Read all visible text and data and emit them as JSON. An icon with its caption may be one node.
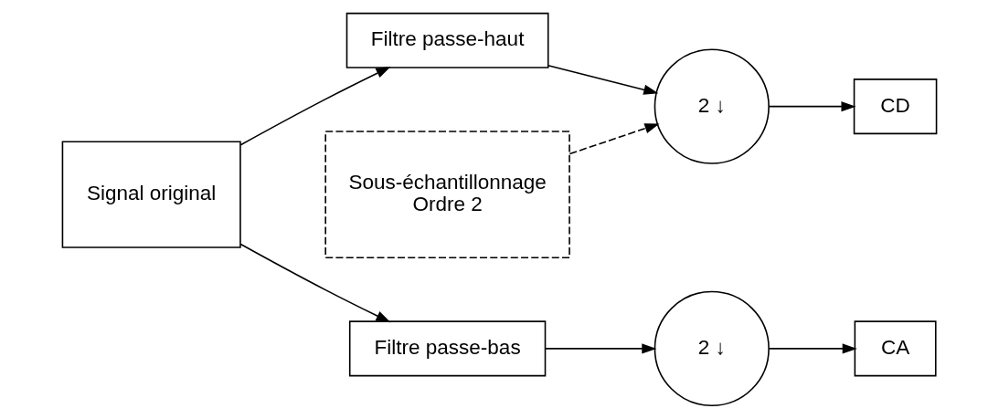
{
  "diagram": {
    "nodes": [
      {
        "text": [
          "Signal original"
        ]
      },
      {
        "text": [
          "Filtre passe-haut"
        ]
      },
      {
        "text": [
          "Filtre passe-bas"
        ]
      },
      {
        "text": [
          "Sous-échantillonnage",
          "Ordre 2"
        ]
      },
      {
        "text": [
          "2 ↓"
        ]
      },
      {
        "text": [
          "2 ↓"
        ]
      },
      {
        "text": [
          "CD"
        ]
      },
      {
        "text": [
          "CA"
        ]
      }
    ],
    "edges": [
      {
        "from": 0,
        "to": 1,
        "arrow": "to"
      },
      {
        "from": 0,
        "to": 2,
        "arrow": "to"
      },
      {
        "from": 1,
        "to": 4,
        "arrow": "to"
      },
      {
        "from": 2,
        "to": 5,
        "arrow": "to"
      },
      {
        "from": 3,
        "to": 4,
        "arrow": "to",
        "style": "dashed"
      },
      {
        "from": 4,
        "to": 6,
        "arrow": "to"
      },
      {
        "from": 5,
        "to": 7,
        "arrow": "to"
      }
    ]
  }
}
